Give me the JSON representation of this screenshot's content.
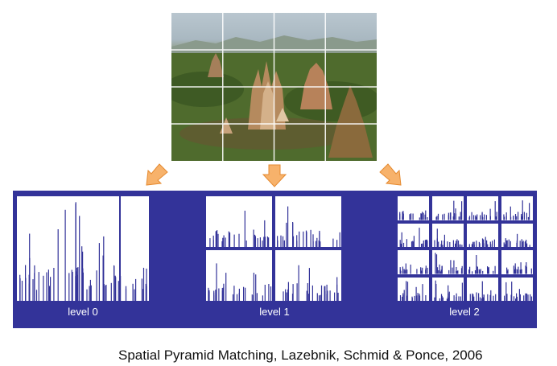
{
  "levels": [
    {
      "label": "level 0",
      "grid": 1
    },
    {
      "label": "level 1",
      "grid": 2
    },
    {
      "label": "level 2",
      "grid": 4
    }
  ],
  "caption": "Spatial Pyramid Matching, Lazebnik, Schmid & Ponce, 2006",
  "colors": {
    "panel": "#333399",
    "bar": "#333399",
    "arrow": "#f7b26b",
    "grid": "#ffffff"
  },
  "icons": [
    "arrow-down-left-icon",
    "arrow-down-icon",
    "arrow-down-right-icon"
  ]
}
